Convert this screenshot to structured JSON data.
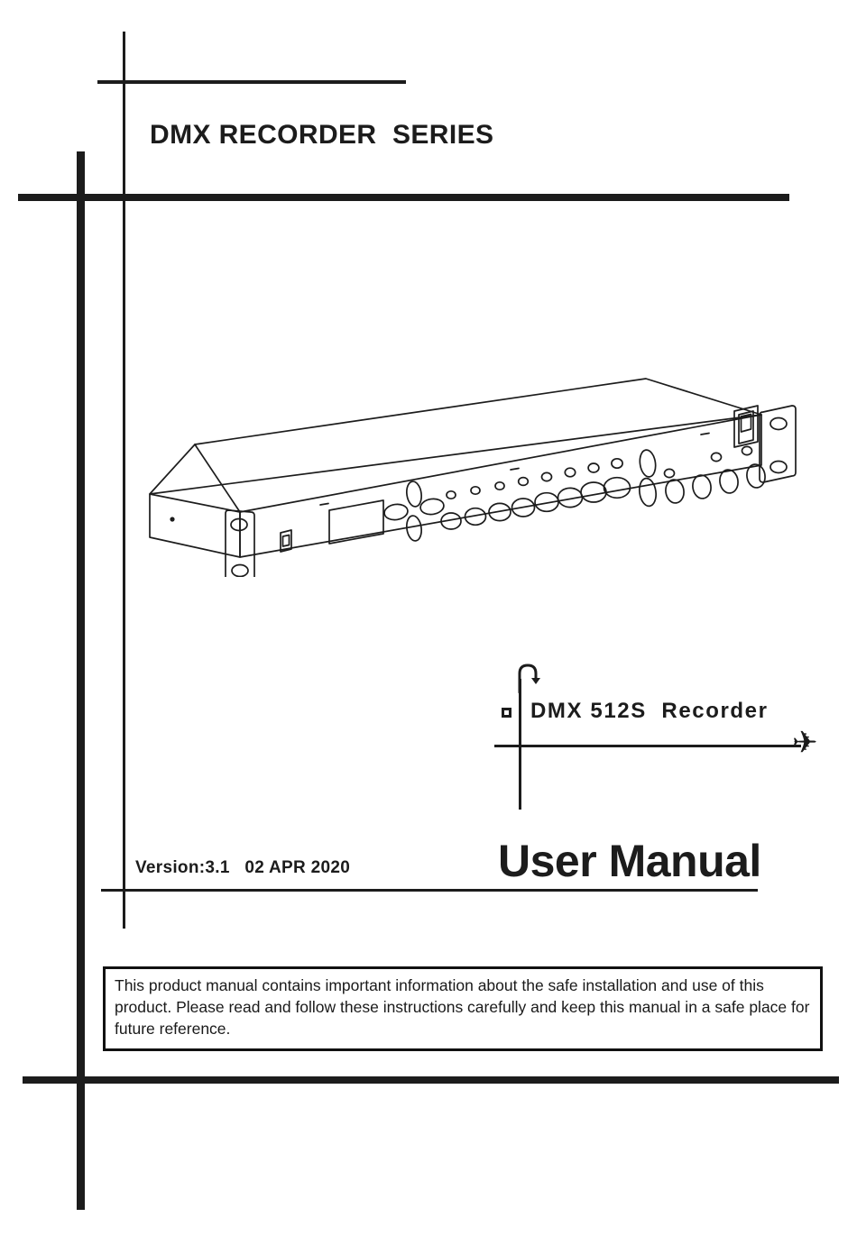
{
  "document": {
    "series_title": "DMX RECORDER  SERIES",
    "model_callout": "DMX 512S  Recorder",
    "version_line": "Version:3.1   02 APR 2020",
    "manual_title": "User Manual",
    "notice_text": "This product manual contains important information about the safe installation and use of this product. Please read and follow these instructions carefully and keep this manual in a safe place for future reference."
  },
  "icons": {
    "airplane": "✈",
    "bullet_square": "",
    "hook_arrow": ""
  },
  "colors": {
    "ink": "#1c1c1c",
    "page": "#ffffff",
    "notice_border": "#111111"
  },
  "product": {
    "device_name": "DMX 512S Recorder",
    "form_factor": "1U rack mount",
    "front_panel_features": [
      "usb-port",
      "lcd-display",
      "four-way-navigation-cluster",
      "function-button-row",
      "indicator-led-row",
      "power-rocker-switch",
      "rack-ear-mounting-holes"
    ]
  }
}
